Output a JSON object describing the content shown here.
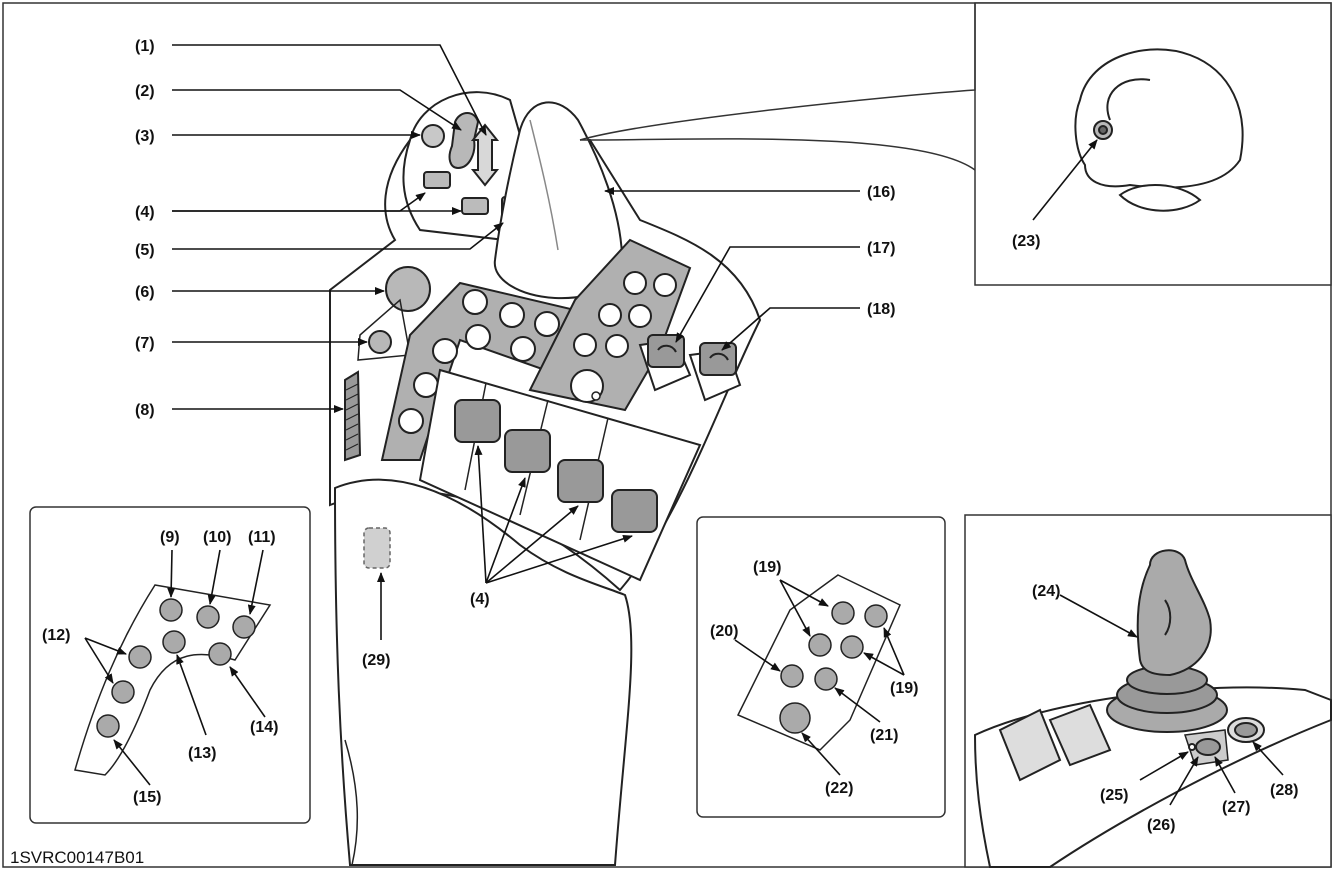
{
  "figure_code": "1SVRC00147B01",
  "callouts": [
    {
      "id": "1",
      "text": "(1)"
    },
    {
      "id": "2",
      "text": "(2)"
    },
    {
      "id": "3",
      "text": "(3)"
    },
    {
      "id": "4a",
      "text": "(4)"
    },
    {
      "id": "5",
      "text": "(5)"
    },
    {
      "id": "6",
      "text": "(6)"
    },
    {
      "id": "7",
      "text": "(7)"
    },
    {
      "id": "8",
      "text": "(8)"
    },
    {
      "id": "9",
      "text": "(9)"
    },
    {
      "id": "10",
      "text": "(10)"
    },
    {
      "id": "11",
      "text": "(11)"
    },
    {
      "id": "12",
      "text": "(12)"
    },
    {
      "id": "13",
      "text": "(13)"
    },
    {
      "id": "14",
      "text": "(14)"
    },
    {
      "id": "15",
      "text": "(15)"
    },
    {
      "id": "16",
      "text": "(16)"
    },
    {
      "id": "17",
      "text": "(17)"
    },
    {
      "id": "18",
      "text": "(18)"
    },
    {
      "id": "19a",
      "text": "(19)"
    },
    {
      "id": "19b",
      "text": "(19)"
    },
    {
      "id": "20",
      "text": "(20)"
    },
    {
      "id": "21",
      "text": "(21)"
    },
    {
      "id": "22",
      "text": "(22)"
    },
    {
      "id": "23",
      "text": "(23)"
    },
    {
      "id": "24",
      "text": "(24)"
    },
    {
      "id": "25",
      "text": "(25)"
    },
    {
      "id": "26",
      "text": "(26)"
    },
    {
      "id": "27",
      "text": "(27)"
    },
    {
      "id": "28",
      "text": "(28)"
    },
    {
      "id": "29",
      "text": "(29)"
    },
    {
      "id": "4b",
      "text": "(4)"
    }
  ]
}
